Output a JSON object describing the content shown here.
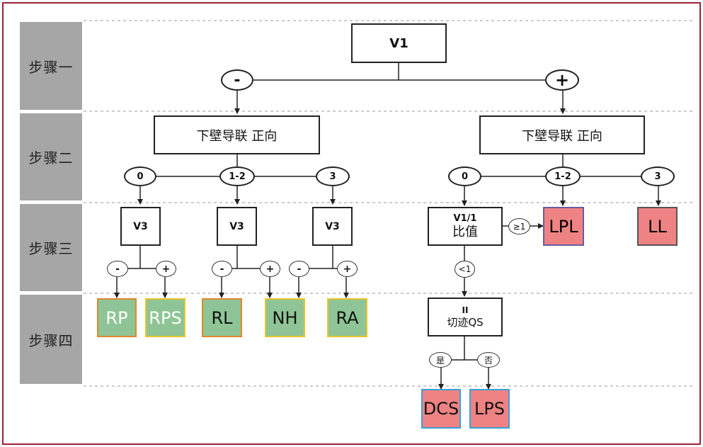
{
  "steps": [
    "步骤一",
    "步骤二",
    "步骤三",
    "步骤四"
  ],
  "v1": "V1",
  "branch_minus": "-",
  "branch_plus": "+",
  "left": {
    "lead_box": "下壁导联 正向",
    "options": [
      "0",
      "1-2",
      "3"
    ],
    "v3_boxes": [
      "V3",
      "V3",
      "V3"
    ],
    "signs": [
      "-",
      "+",
      "-",
      "+",
      "-",
      "+"
    ],
    "results": [
      "RP",
      "RPS",
      "RL",
      "NH",
      "RA"
    ]
  },
  "right": {
    "lead_box": "下壁导联 正向",
    "options": [
      "0",
      "1-2",
      "3"
    ],
    "ratio_box": {
      "line1": "V1/1",
      "line2": "比值"
    },
    "ge1": "≥1",
    "lt1": "<1",
    "results": [
      "LPL",
      "LL",
      "DCS",
      "LPS"
    ],
    "qs_box": {
      "line1": "II",
      "line2": "切迹QS"
    },
    "yes": "是",
    "no": "否"
  },
  "colors": {
    "green": "#8fc596",
    "red": "#ef8383",
    "border": "#9b2335"
  }
}
